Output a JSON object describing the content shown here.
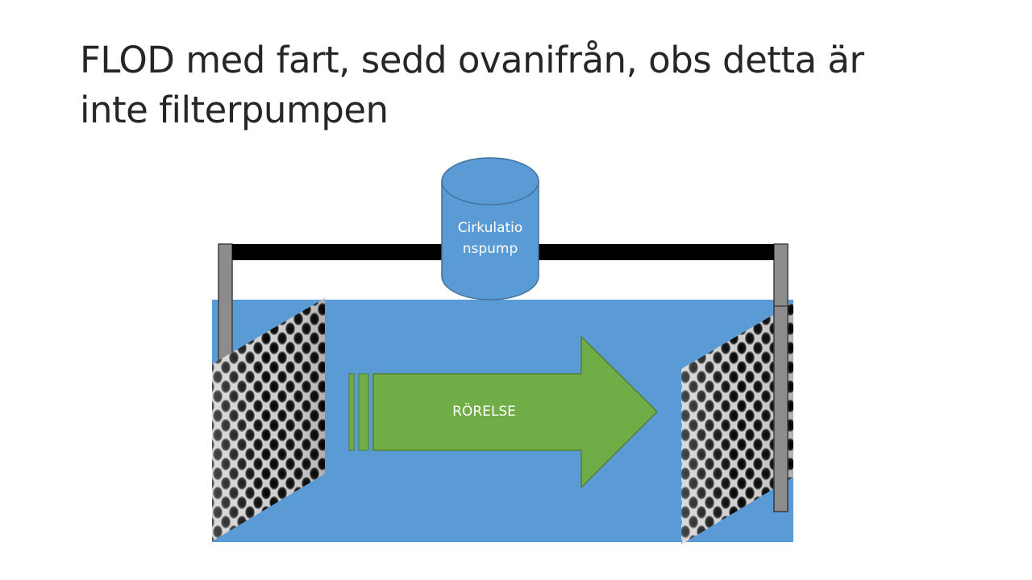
{
  "slide": {
    "title_line1": "FLOD med fart, sedd ovanifrån, obs detta är",
    "title_line2": "inte filterpumpen"
  },
  "diagram": {
    "pump": {
      "label_line1": "Cirkulatio",
      "label_line2": "nspump"
    },
    "arrow": {
      "label": "RÖRELSE"
    },
    "colors": {
      "water": "#5b9bd5",
      "arrow": "#70ad47",
      "arrow_border": "#507e32",
      "pump": "#5b9bd5",
      "pump_border": "#41719c",
      "pipe": "#000000",
      "post": "#8c8c8c",
      "mesh": "#bdbdbd"
    },
    "icons": [
      "perforated-mesh-icon",
      "cylinder-pump-icon",
      "block-arrow-icon"
    ]
  }
}
